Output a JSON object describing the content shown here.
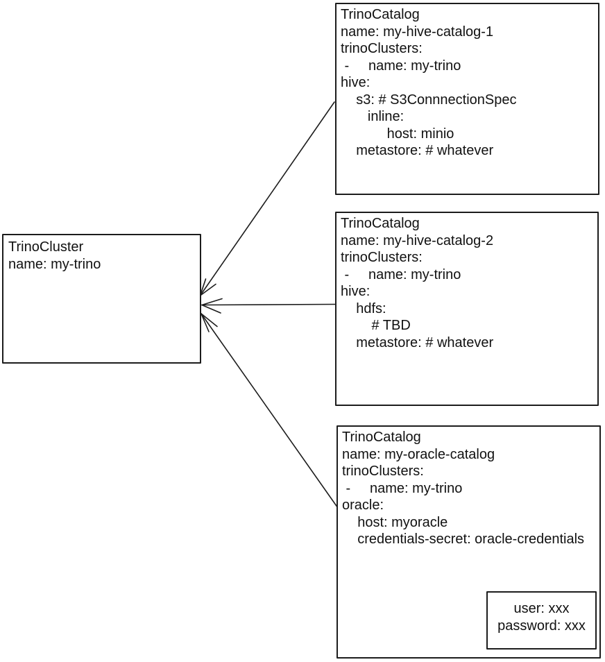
{
  "page": {
    "background_color": "#ffffff",
    "ink_color": "#1c1c1c"
  },
  "cluster_box": {
    "title": "TrinoCluster",
    "yaml_lines": [
      "name: my-trino"
    ]
  },
  "catalog_boxes": [
    {
      "title": "TrinoCatalog",
      "yaml_lines": [
        "name: my-hive-catalog-1",
        "trinoClusters:",
        " -     name: my-trino",
        "hive:",
        "    s3: # S3ConnnectionSpec",
        "       inline:",
        "            host: minio",
        "    metastore: # whatever"
      ]
    },
    {
      "title": "TrinoCatalog",
      "yaml_lines": [
        "name: my-hive-catalog-2",
        "trinoClusters:",
        " -     name: my-trino",
        "hive:",
        "    hdfs:",
        "        # TBD",
        "    metastore: # whatever"
      ]
    },
    {
      "title": "TrinoCatalog",
      "yaml_lines": [
        "name: my-oracle-catalog",
        "trinoClusters:",
        " -     name: my-trino",
        "oracle:",
        "    host: myoracle",
        "    credentials-secret: oracle-credentials"
      ]
    }
  ],
  "secret_box": {
    "yaml_lines": [
      "user: xxx",
      "password: xxx"
    ]
  }
}
